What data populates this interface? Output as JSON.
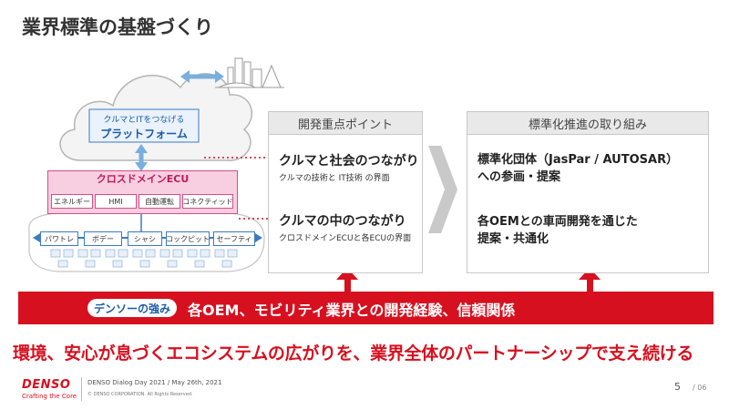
{
  "title": "業界標準の基盤づくり",
  "diagram": {
    "platform_line1": "クルマとITをつなげる",
    "platform_line2": "プラットフォーム",
    "ecu_title": "クロスドメインECU",
    "ecu_chips": [
      "エネルギー",
      "HMI",
      "自動運転",
      "コネクティッド"
    ],
    "car_chips": [
      "パワトレ",
      "ボデー",
      "シャシ",
      "コックピット",
      "セーフティ"
    ]
  },
  "focus": {
    "header": "開発重点ポイント",
    "item1_title": "クルマと社会のつながり",
    "item1_sub": "クルマの技術と IT技術 の界面",
    "item2_title": "クルマの中のつながり",
    "item2_sub": "クロスドメインECUと各ECUの界面"
  },
  "standard": {
    "header": "標準化推進の取り組み",
    "item1_line1": "標準化団体（JasPar / AUTOSAR）",
    "item1_line2": "への参画・提案",
    "item2_line1": "各OEMとの車両開発を通じた",
    "item2_line2": "提案・共通化"
  },
  "band": {
    "tag": "デンソーの強み",
    "text": "各OEM、モビリティ業界との開発経験、信頼関係"
  },
  "tagline": "環境、安心が息づくエコシステムの広がりを、業界全体のパートナーシップで支え続ける",
  "footer": {
    "logo": "DENSO",
    "slogan": "Crafting the Core",
    "event": "DENSO Dialog Day 2021 / May 26th, 2021",
    "copyright": "© DENSO CORPORATION. All Rights Reserved.",
    "page": "5",
    "page_total": "/ 06"
  },
  "colors": {
    "accent_red": "#d7101f",
    "blue": "#3d7bc0",
    "ecu_pink": "#f7cfe0"
  }
}
